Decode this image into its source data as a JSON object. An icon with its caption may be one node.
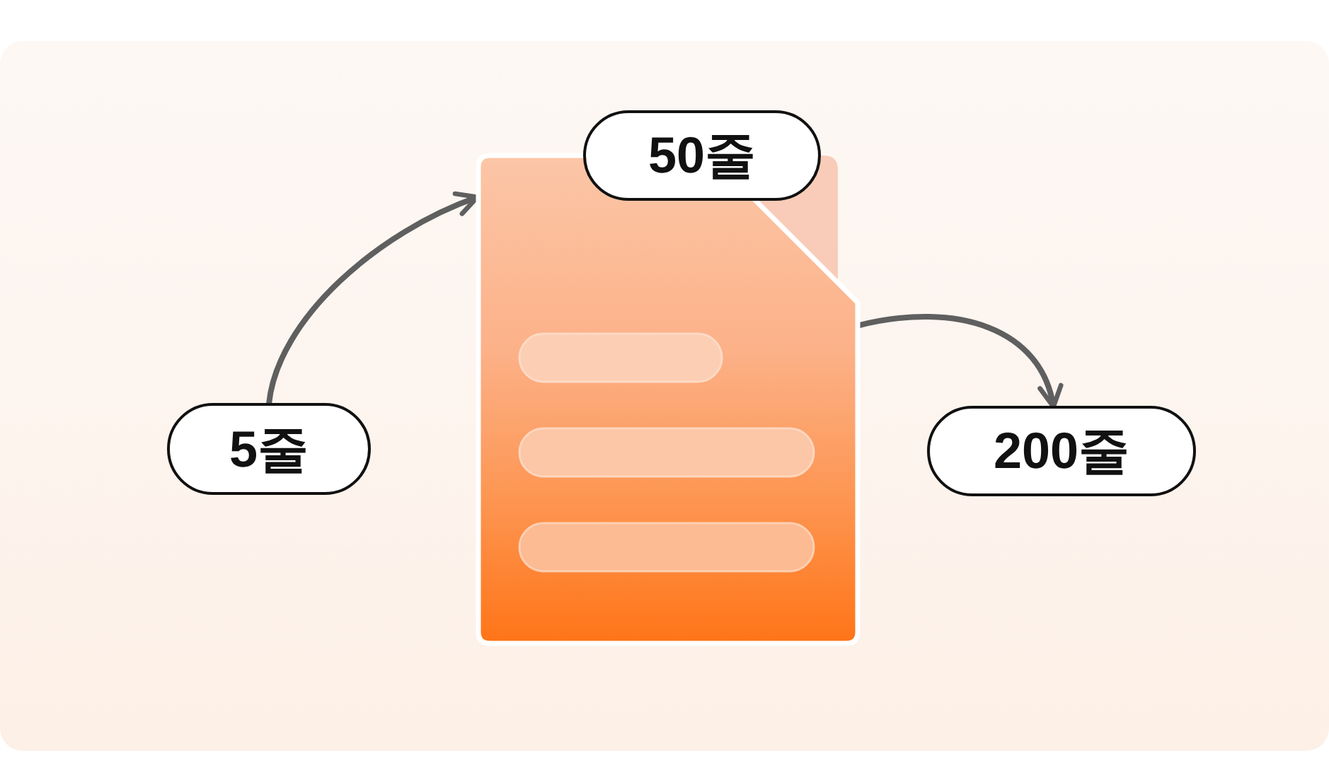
{
  "diagram": {
    "nodes": [
      {
        "text": [
          "5줄"
        ]
      },
      {
        "text": [],
        "shape": "picture"
      },
      {
        "text": [
          "50줄"
        ]
      },
      {
        "text": [
          "200줄"
        ]
      }
    ],
    "edges": [
      {
        "from": 0,
        "to": 1,
        "arrow": "to"
      },
      {
        "from": 1,
        "to": 3,
        "arrow": "to"
      }
    ]
  }
}
